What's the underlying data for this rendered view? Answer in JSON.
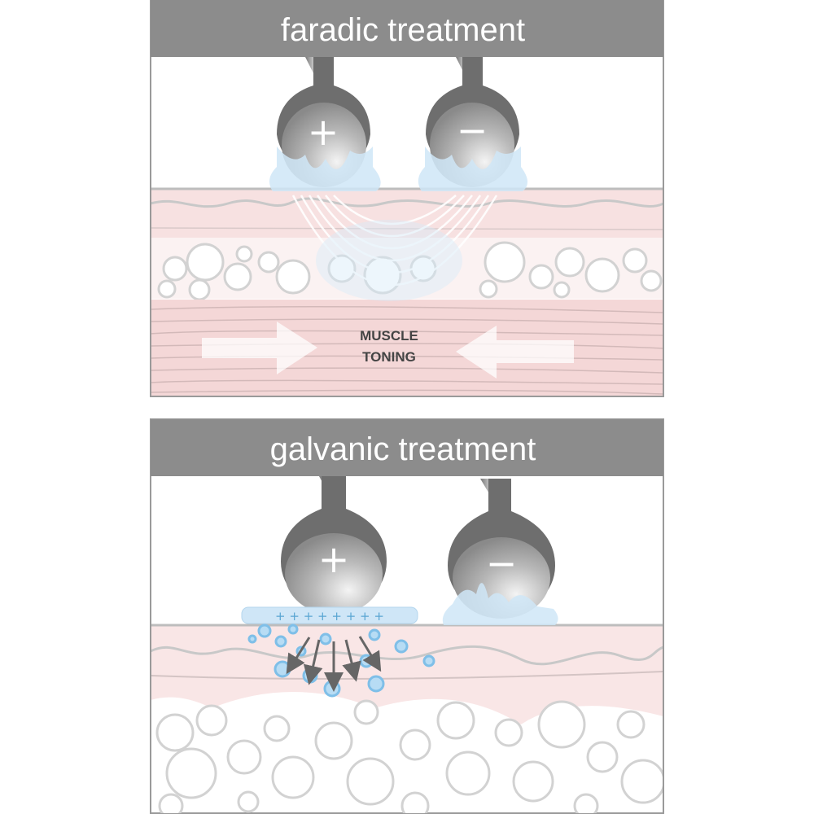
{
  "panels": [
    {
      "title": "faradic treatment",
      "electrodes": [
        {
          "polarity": "+"
        },
        {
          "polarity": "−"
        }
      ],
      "label_lines": [
        "MUSCLE",
        "TONING"
      ]
    },
    {
      "title": "galvanic treatment",
      "electrodes": [
        {
          "polarity": "+"
        },
        {
          "polarity": "−"
        }
      ],
      "ion_bar": "+ + + + + + + +"
    }
  ],
  "colors": {
    "header": "#8c8c8c",
    "skin": "#f6dede",
    "gel": "#cfe6f7",
    "electrode": "#6e6e6e"
  }
}
